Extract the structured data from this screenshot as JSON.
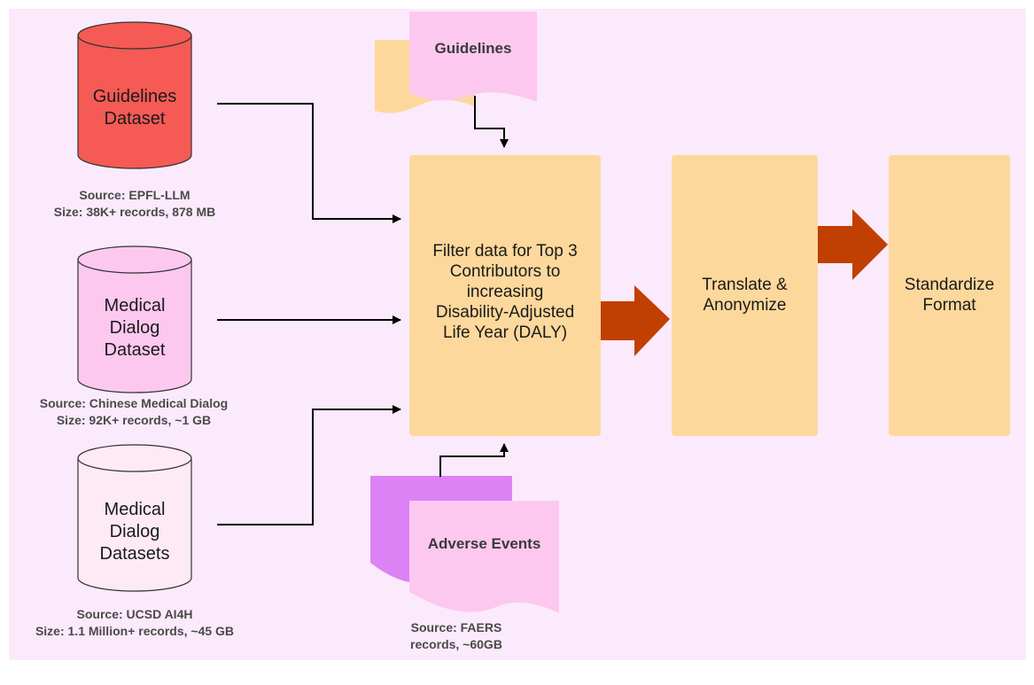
{
  "datasets": [
    {
      "label": "Guidelines\nDataset",
      "source": "Source: EPFL-LLM\nSize: 38K+ records, 878 MB",
      "color": "#f55a55"
    },
    {
      "label": "Medical\nDialog\nDataset",
      "source": "Source: Chinese Medical Dialog\nSize: 92K+ records, ~1 GB",
      "color": "#fdc8f0"
    },
    {
      "label": "Medical\nDialog\nDatasets",
      "source": "Source: UCSD AI4H\nSize: 1.1 Million+ records, ~45 GB",
      "color": "#fdeaf5"
    }
  ],
  "documents": {
    "guidelines": {
      "label": "Guidelines"
    },
    "adverse_events": {
      "label": "Adverse Events",
      "source": "Source: FAERS\nrecords, ~60GB"
    }
  },
  "process_boxes": [
    {
      "label": "Filter data for Top 3\nContributors to\nincreasing\nDisability-Adjusted\nLife Year (DALY)"
    },
    {
      "label": "Translate &\nAnonymize"
    },
    {
      "label": "Standardize\nFormat"
    }
  ],
  "colors": {
    "background": "#fbeafb",
    "process_box": "#fdd89c",
    "big_arrow": "#c13f00",
    "doc_pink": "#fdc8f0",
    "doc_back_peach": "#fdd89c",
    "doc_back_purple": "#dd82f5"
  }
}
